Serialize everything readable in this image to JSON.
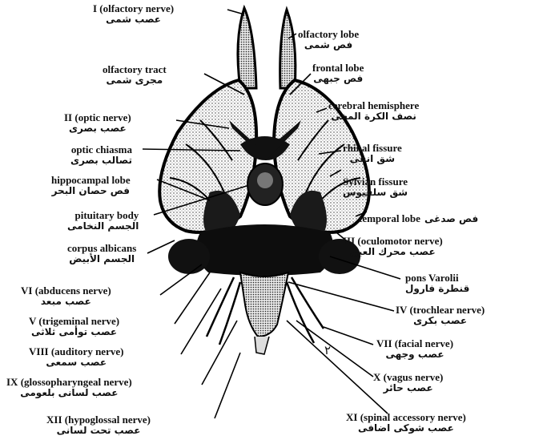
{
  "labels": {
    "olfactory_nerve": {
      "en": "I (olfactory nerve)",
      "ar": "عصب شمی"
    },
    "olfactory_lobe": {
      "en": "olfactory lobe",
      "ar": "فص شمی"
    },
    "olfactory_tract": {
      "en": "olfactory tract",
      "ar": "مجری شمی"
    },
    "frontal_lobe": {
      "en": "frontal lobe",
      "ar": "فص جبهی"
    },
    "cerebral_hemisphere": {
      "en": "cerebral hemisphere",
      "ar": "نصف الكرة المخی"
    },
    "optic_nerve": {
      "en": "II (optic nerve)",
      "ar": "عصب بصری"
    },
    "optic_chiasma": {
      "en": "optic chiasma",
      "ar": "تصالب بصری"
    },
    "rhinal_fissure": {
      "en": "rhinal fissure",
      "ar": "شق انفی"
    },
    "hippocampal_lobe": {
      "en": "hippocampal lobe",
      "ar": "فص حصان البحر"
    },
    "sylvian_fissure": {
      "en": "Sylvian fissure",
      "ar": "شق سلفیوس"
    },
    "pituitary_body": {
      "en": "pituitary body",
      "ar": "الجسم النخامی"
    },
    "temporal_lobe": {
      "en": "temporal lobe",
      "ar": "فص صدغی"
    },
    "corpus_albicans": {
      "en": "corpus albicans",
      "ar": "الجسم الأبیض"
    },
    "oculomotor_nerve": {
      "en": "III (oculomotor nerve)",
      "ar": "عصب محرك العين"
    },
    "abducens_nerve": {
      "en": "VI (abducens nerve)",
      "ar": "عصب مبعد"
    },
    "pons_varolii": {
      "en": "pons Varolii",
      "ar": "قنطرة فارول"
    },
    "trigeminal_nerve": {
      "en": "V (trigeminal nerve)",
      "ar": "عصب توأمی ثلاثی"
    },
    "trochlear_nerve": {
      "en": "IV (trochlear nerve)",
      "ar": "عصب بكری"
    },
    "auditory_nerve": {
      "en": "VIII (auditory nerve)",
      "ar": "عصب سمعی"
    },
    "facial_nerve": {
      "en": "VII (facial nerve)",
      "ar": "عصب وجهی"
    },
    "glossopharyngeal_nerve": {
      "en": "IX (glossopharyngeal nerve)",
      "ar": "عصب لسانی بلعومی"
    },
    "vagus_nerve": {
      "en": "X (vagus nerve)",
      "ar": "عصب حائر"
    },
    "hypoglossal_nerve": {
      "en": "XII (hypoglossal nerve)",
      "ar": "عصب تحت لسانی"
    },
    "spinal_accessory_nerve": {
      "en": "XI (spinal accessory nerve)",
      "ar": "عصب شوكی اضافی"
    }
  },
  "page_number": "٢",
  "colors": {
    "ink": "#111111",
    "paper": "#ffffff",
    "tissue": "#d9d9d9"
  }
}
